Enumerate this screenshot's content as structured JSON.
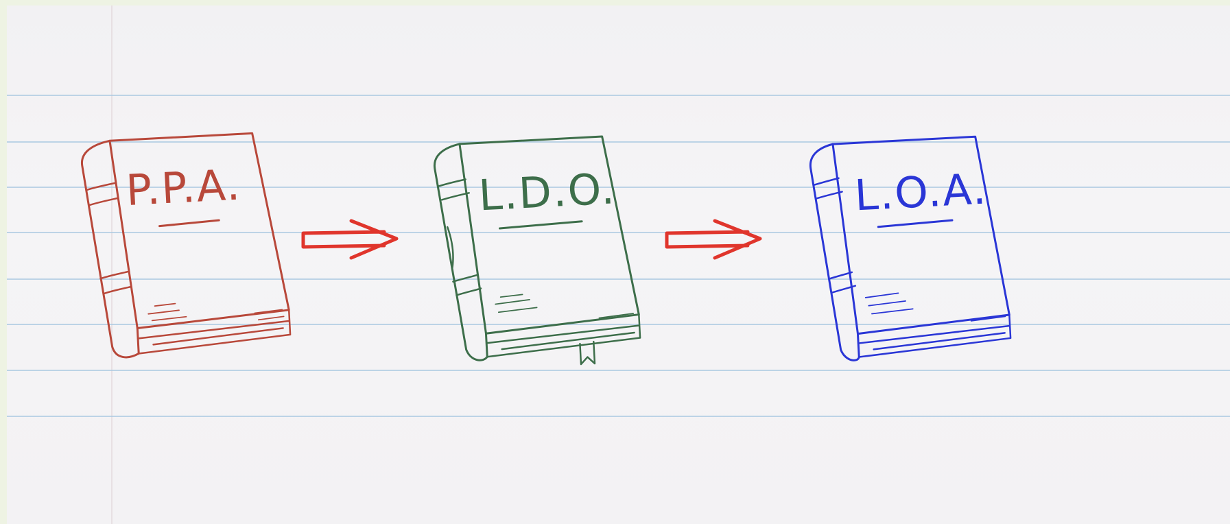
{
  "books": [
    {
      "id": "ppa",
      "title": "P.P.A.",
      "color": "#b8483a",
      "bookmark": false
    },
    {
      "id": "ldo",
      "title": "L.D.O.",
      "color": "#3d6e4a",
      "bookmark": true
    },
    {
      "id": "loa",
      "title": "L.O.A.",
      "color": "#2a36d6",
      "bookmark": false
    }
  ],
  "arrow_color": "#e0352c",
  "paper_line_color": "#a9c8e0"
}
